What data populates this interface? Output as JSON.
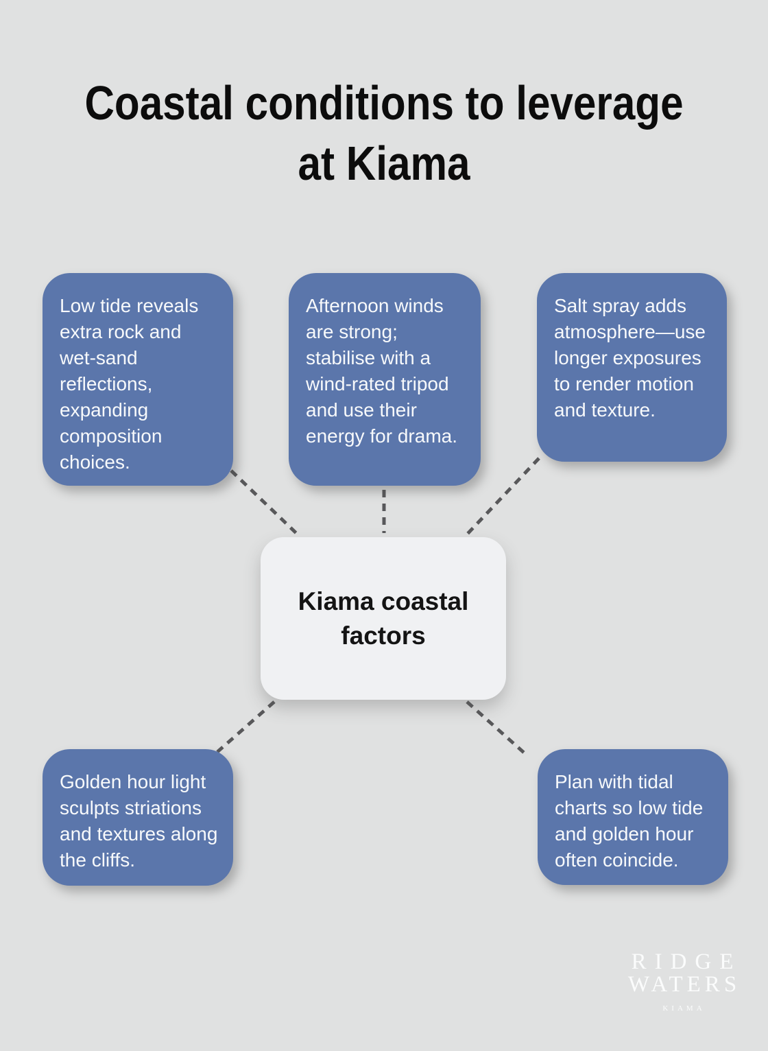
{
  "title": {
    "line1": "Coastal conditions to leverage",
    "line2": "at Kiama"
  },
  "center_node": {
    "label": "Kiama coastal factors"
  },
  "nodes": [
    {
      "id": "low-tide",
      "text": "Low tide reveals extra rock and wet-sand reflections, expanding composition choices."
    },
    {
      "id": "afternoon-winds",
      "text": "Afternoon winds are strong; stabilise with a wind-rated tripod and use their energy for drama."
    },
    {
      "id": "salt-spray",
      "text": "Salt spray adds atmosphere—use longer exposures to render motion and texture."
    },
    {
      "id": "golden-hour",
      "text": "Golden hour light sculpts striations and textures along the cliffs."
    },
    {
      "id": "tidal-charts",
      "text": "Plan with tidal charts so low tide and golden hour often coincide."
    }
  ],
  "logo": {
    "line1": "RIDGE",
    "line2": "WATERS",
    "line3": "KIAMA"
  },
  "colors": {
    "background": "#e0e1e1",
    "node_blue": "#5b76ab",
    "node_text": "#f7f9fb",
    "center_node_bg": "#f0f1f3",
    "center_node_text": "#141414",
    "title_text": "#0c0c0c",
    "connector": "#58585a",
    "logo_text": "#fbfcfc"
  }
}
